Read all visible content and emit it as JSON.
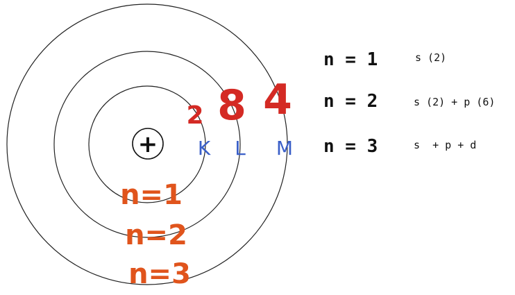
{
  "diagram": {
    "nucleus_symbol": "+",
    "electron_counts": [
      "2",
      "8",
      "4"
    ],
    "shell_letters": [
      "K",
      "L",
      "M"
    ],
    "n_labels": [
      "n=1",
      "n=2",
      "n=3"
    ],
    "energy_levels": [
      {
        "level": "n = 1",
        "orbitals": "s (2)"
      },
      {
        "level": "n = 2",
        "orbitals": "s (2) + p (6)"
      },
      {
        "level": "n = 3",
        "orbitals": "s  + p + d"
      }
    ],
    "colors": {
      "electron_counts": "#d42a24",
      "shell_letters": "#3a5fc8",
      "n_labels": "#e0541c",
      "lines": "#222222"
    }
  }
}
